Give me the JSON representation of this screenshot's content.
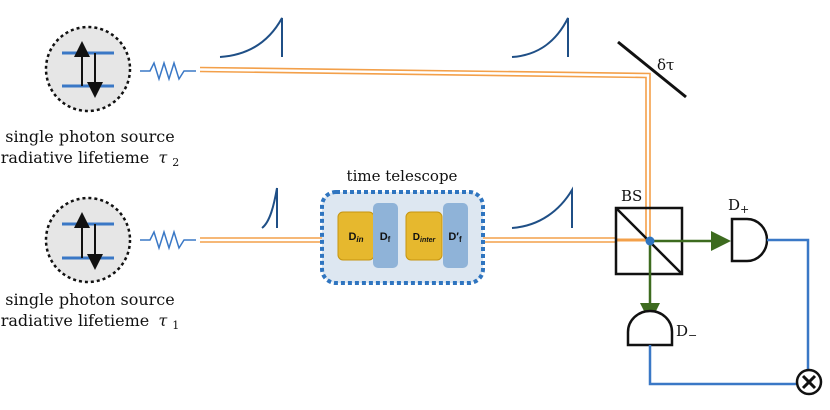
{
  "sources": [
    {
      "line1": "single photon source",
      "line2": "radiative lifetieme",
      "symbol": "τ",
      "subscript": "2"
    },
    {
      "line1": "single photon source",
      "line2": "radiative lifetieme",
      "symbol": "τ",
      "subscript": "1"
    }
  ],
  "telescope": {
    "title": "time telescope",
    "blocks": [
      {
        "main": "D",
        "sub": "in"
      },
      {
        "main": "D",
        "sub": "f"
      },
      {
        "main": "D",
        "sub": "inter"
      },
      {
        "main": "D′",
        "sub": "f"
      }
    ]
  },
  "mirror_label": "δτ",
  "beamsplitter_label": "BS",
  "detectors": [
    {
      "main": "D",
      "sub": "+"
    },
    {
      "main": "D",
      "sub": "−"
    }
  ],
  "colors": {
    "beam_orange": "#f3a04a",
    "fiber_blue": "#3a78c6",
    "arrow_green": "#3d6b1f",
    "gold_block": "#e6b82e",
    "blue_block": "#8fb3d8",
    "source_fill": "#e6e6e6",
    "telescope_fill": "#dde7f1"
  }
}
